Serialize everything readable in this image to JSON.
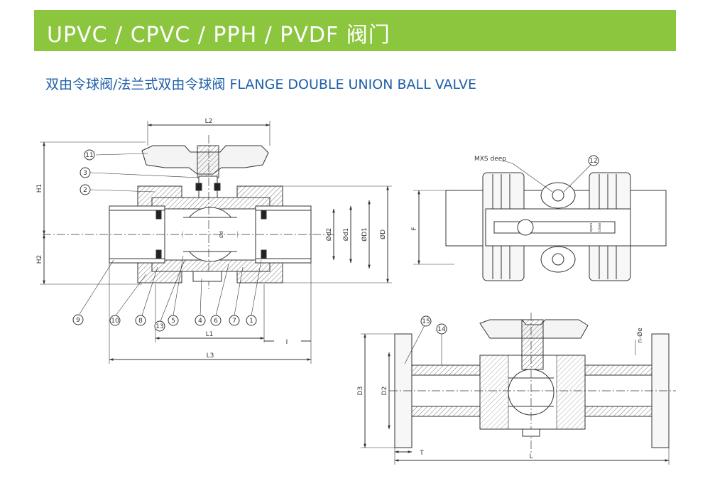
{
  "header": {
    "title": "UPVC / CPVC / PPH / PVDF 阀门",
    "subtitle": "双由令球阀/法兰式双由令球阀 FLANGE DOUBLE UNION BALL VALVE",
    "accent": "#8cc63f",
    "subtitle_color": "#1f5fa8"
  },
  "section_view": {
    "dims": {
      "l2": "L2",
      "h1": "H1",
      "h2": "H2",
      "l1": "L1",
      "l3": "L3",
      "i": "I",
      "d2": "Ød2",
      "d1": "Ød1",
      "D1": "ØD1",
      "D": "ØD",
      "d": "Ød"
    },
    "callouts": [
      "11",
      "3",
      "2",
      "9",
      "10",
      "8",
      "13",
      "5",
      "4",
      "6",
      "7",
      "1"
    ]
  },
  "top_view": {
    "mxs_label": "MXS deep",
    "callout": "12",
    "f_label": "F",
    "handle_marks": [
      "open",
      "close"
    ]
  },
  "flange_view": {
    "callouts": [
      "15",
      "14"
    ],
    "dims": {
      "ne": "n-Øe",
      "d3": "D3",
      "d2": "D2",
      "t": "T",
      "l": "L"
    }
  },
  "icons": [
    "ball-valve-section-drawing",
    "ball-valve-top-view-drawing",
    "flange-ball-valve-drawing"
  ]
}
